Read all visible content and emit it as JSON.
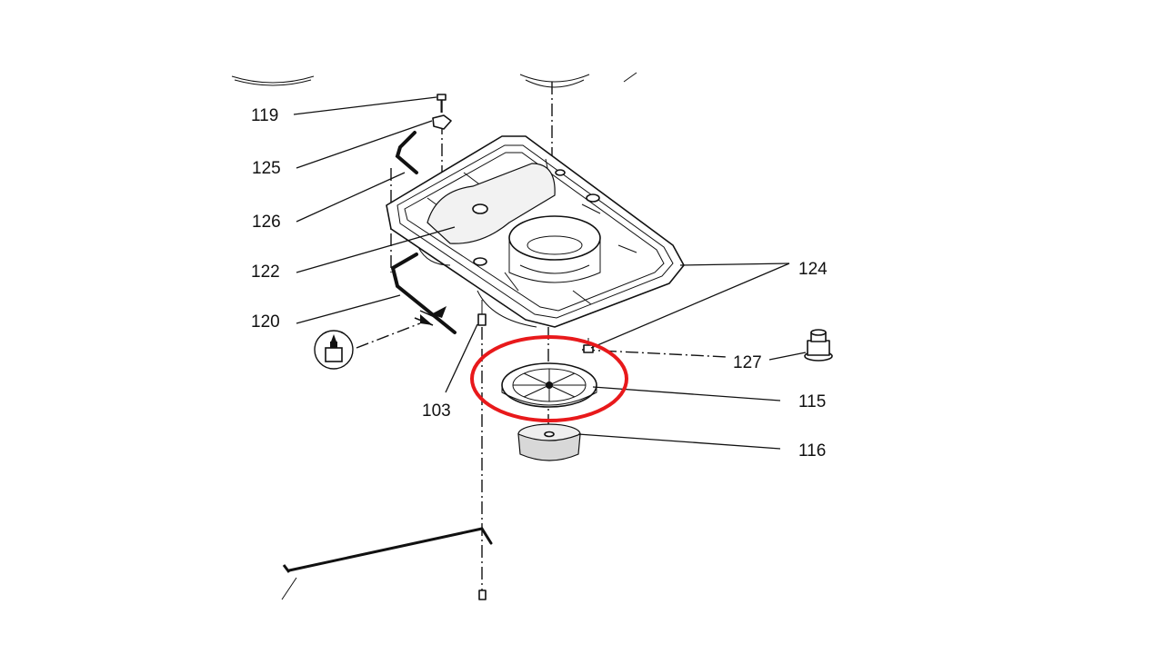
{
  "callouts": [
    {
      "id": "119",
      "text": "119"
    },
    {
      "id": "125",
      "text": "125"
    },
    {
      "id": "126",
      "text": "126"
    },
    {
      "id": "122",
      "text": "122"
    },
    {
      "id": "120",
      "text": "120"
    },
    {
      "id": "103",
      "text": "103"
    },
    {
      "id": "124",
      "text": "124"
    },
    {
      "id": "127",
      "text": "127"
    },
    {
      "id": "115",
      "text": "115"
    },
    {
      "id": "116",
      "text": "116"
    }
  ],
  "colors": {
    "line": "#111111",
    "highlight": "#e8191b",
    "background": "#ffffff",
    "shade": "#d8d8d8"
  },
  "highlight": {
    "target": "115",
    "shape": "ellipse"
  },
  "icons": {
    "tool_symbol": "glue-bottle-icon"
  }
}
